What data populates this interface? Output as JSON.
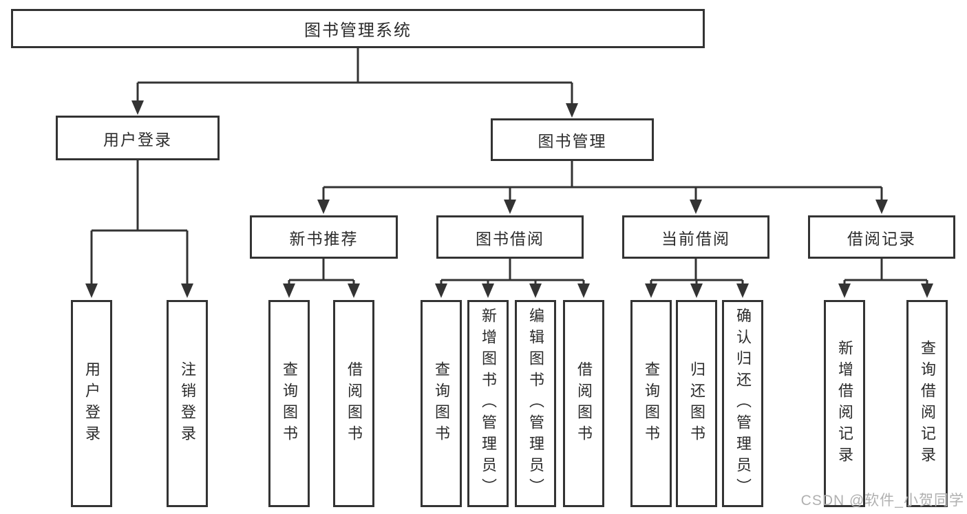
{
  "diagram": {
    "root": "图书管理系统",
    "level2": {
      "left": "用户登录",
      "right": "图书管理"
    },
    "level3": {
      "g1": "新书推荐",
      "g2": "图书借阅",
      "g3": "当前借阅",
      "g4": "借阅记录"
    },
    "leaves": {
      "login": [
        "用户登录",
        "注销登录"
      ],
      "newBook": [
        "查询图书",
        "借阅图书"
      ],
      "bookBorrow": [
        "查询图书",
        "新增图书（管理员）",
        "编辑图书（管理员）",
        "借阅图书"
      ],
      "currentBorrow": [
        "查询图书",
        "归还图书",
        "确认归还（管理员）"
      ],
      "records": [
        "新增借阅记录",
        "查询借阅记录"
      ]
    }
  },
  "colors": {
    "line": "#333333",
    "box_border": "#333333",
    "text": "#2b2b2b",
    "watermark": "#b0b0b0",
    "background": "#ffffff"
  },
  "watermark": "CSDN @软件_小贺同学"
}
